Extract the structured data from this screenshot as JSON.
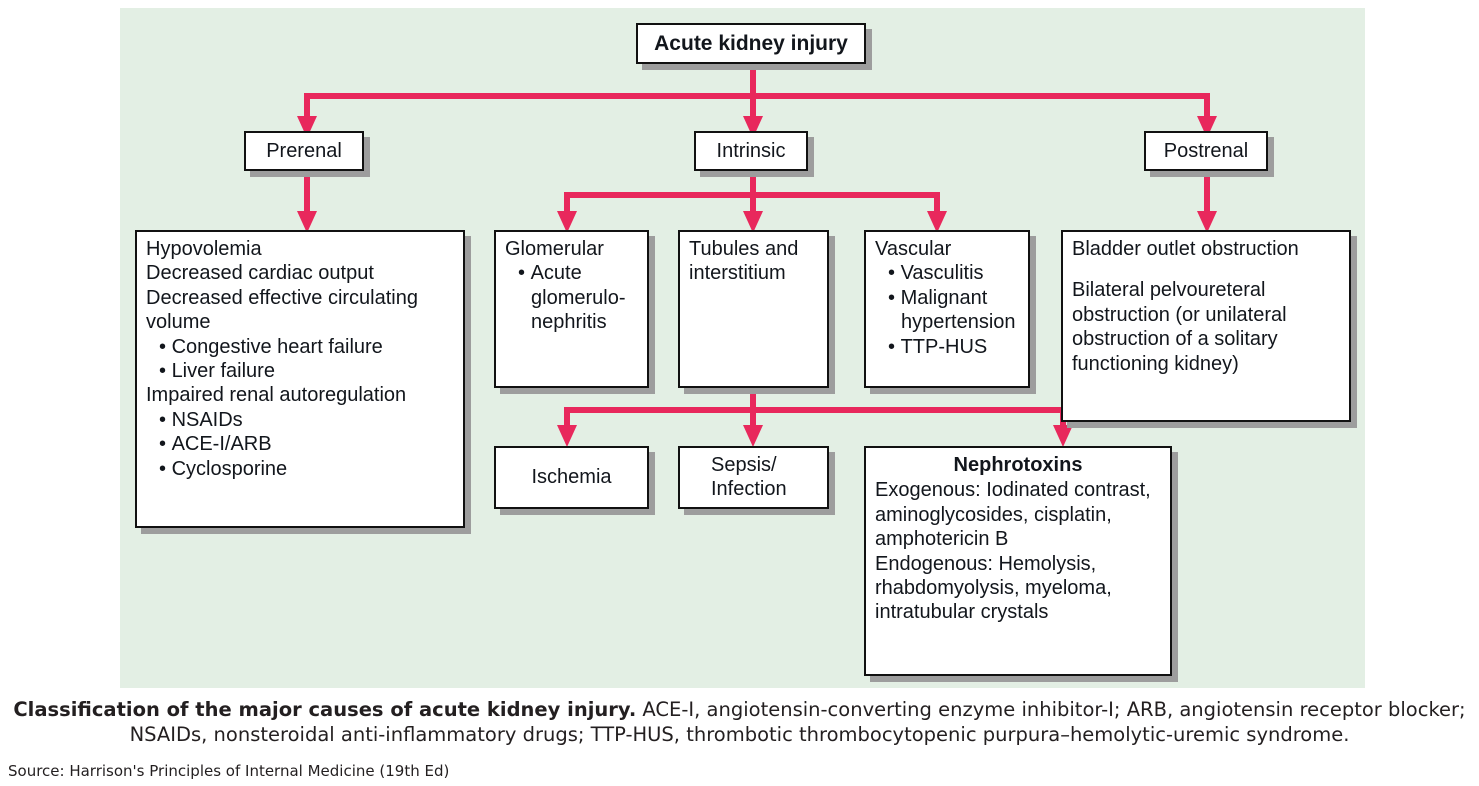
{
  "panel": {
    "background_color": "#e3efe4",
    "connector_color": "#e8285c",
    "box_border_color": "#111111",
    "box_shadow_color": "#9d9d9d"
  },
  "nodes": {
    "root": {
      "label": "Acute kidney injury"
    },
    "prerenal": {
      "label": "Prerenal"
    },
    "intrinsic": {
      "label": "Intrinsic"
    },
    "postrenal": {
      "label": "Postrenal"
    },
    "prerenal_detail": {
      "items": [
        {
          "text": "Hypovolemia",
          "level": 0
        },
        {
          "text": "Decreased cardiac output",
          "level": 0
        },
        {
          "text": "Decreased effective circulating volume",
          "level": 0
        },
        {
          "text": "Congestive heart failure",
          "level": 1
        },
        {
          "text": "Liver failure",
          "level": 1
        },
        {
          "text": "Impaired renal autoregulation",
          "level": 0
        },
        {
          "text": "NSAIDs",
          "level": 1
        },
        {
          "text": "ACE-I/ARB",
          "level": 1
        },
        {
          "text": "Cyclosporine",
          "level": 1
        }
      ]
    },
    "glomerular": {
      "items": [
        {
          "text": "Glomerular",
          "level": 0
        },
        {
          "text": "Acute glomerulo-nephritis",
          "level": 1
        }
      ]
    },
    "tubules": {
      "items": [
        {
          "text": "Tubules and interstitium",
          "level": 0
        }
      ]
    },
    "vascular": {
      "items": [
        {
          "text": "Vascular",
          "level": 0
        },
        {
          "text": "Vasculitis",
          "level": 1
        },
        {
          "text": "Malignant hypertension",
          "level": 1
        },
        {
          "text": "TTP-HUS",
          "level": 1
        }
      ]
    },
    "postrenal_detail": {
      "items": [
        {
          "text": "Bladder outlet obstruction",
          "level": 0
        },
        {
          "text": "",
          "level": 2
        },
        {
          "text": "Bilateral pelvoureteral obstruction (or unilateral obstruction of a solitary functioning kidney)",
          "level": 0
        }
      ]
    },
    "ischemia": {
      "label": "Ischemia"
    },
    "sepsis": {
      "label": "Sepsis/ Infection"
    },
    "nephrotoxins": {
      "heading": "Nephrotoxins",
      "items": [
        {
          "text": "Exogenous: Iodinated contrast, aminoglycosides, cisplatin, amphotericin B",
          "level": 0
        },
        {
          "text": "Endogenous: Hemolysis, rhabdomyolysis, myeloma, intratubular crystals",
          "level": 0
        }
      ]
    }
  },
  "caption": {
    "lead": "Classification of the major causes of acute kidney injury.",
    "body": " ACE-I, angiotensin-converting enzyme inhibitor-I; ARB, angiotensin receptor blocker; NSAIDs, nonsteroidal anti-inflammatory drugs; TTP-HUS, thrombotic thrombocytopenic purpura–hemolytic-uremic syndrome.",
    "source": "Source: Harrison's Principles of Internal Medicine (19th Ed)"
  }
}
